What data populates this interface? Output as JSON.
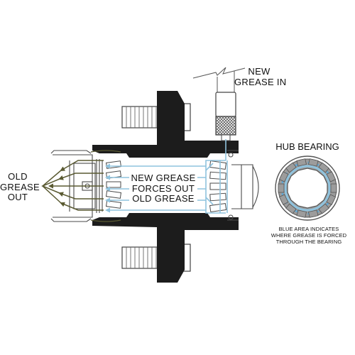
{
  "labels": {
    "new_grease_in_line1": "NEW",
    "new_grease_in_line2": "GREASE IN",
    "old_grease_out_line1": "OLD",
    "old_grease_out_line2": "GREASE",
    "old_grease_out_line3": "OUT",
    "center_line1": "NEW GREASE",
    "center_line2": "FORCES OUT",
    "center_line3": "OLD GREASE",
    "hub_bearing_title": "HUB BEARING",
    "caption_line1": "BLUE AREA INDICATES",
    "caption_line2": "WHERE GREASE IS FORCED",
    "caption_line3": "THROUGH THE BEARING"
  },
  "colors": {
    "hub_black": "#1c1c1c",
    "new_grease_blue": "#8fc3de",
    "old_grease_olive": "#5a5a32",
    "bearing_gray": "#9c9c9c",
    "outline": "#4a4a4a"
  }
}
